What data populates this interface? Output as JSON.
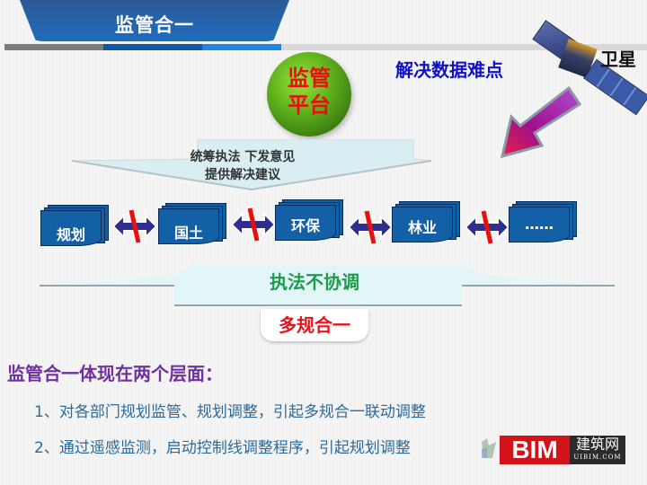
{
  "header": {
    "title": "监管合一",
    "colors": {
      "tab": "#1f6cbf",
      "bar_gray": "#7c7c7c",
      "bar_dark_blue": "#0b5aa8",
      "bar_light_blue": "#1c86e6"
    }
  },
  "platform": {
    "line1": "监管",
    "line2": "平台",
    "color": "#e8100f"
  },
  "data_problem": "解决数据难点",
  "satellite": {
    "label": "卫星",
    "icon": "satellite-icon"
  },
  "arrow": {
    "icon": "arrow-down-left-icon",
    "color": "#c2188e"
  },
  "directive": {
    "line1": "统筹执法  下发意见",
    "line2": "提供解决建议"
  },
  "departments": [
    {
      "label": "规划"
    },
    {
      "label": "国土"
    },
    {
      "label": "环保"
    },
    {
      "label": "林业"
    },
    {
      "label": "……"
    }
  ],
  "connector": {
    "icon": "blocked-double-arrow-icon",
    "color": "#2e2e8e",
    "block_color": "#e8100f"
  },
  "conflict": "执法不协调",
  "solution": "多规合一",
  "summary": {
    "heading": "监管合一体现在两个层面：",
    "points": [
      "1、对各部门规划监管、规划调整，引起多规合一联动调整",
      "2、通过遥感监测，启动控制线调整程序，引起规划调整"
    ]
  },
  "watermark": {
    "brand": "BIM",
    "cn": "建筑网",
    "en": "UIBIM.COM"
  }
}
